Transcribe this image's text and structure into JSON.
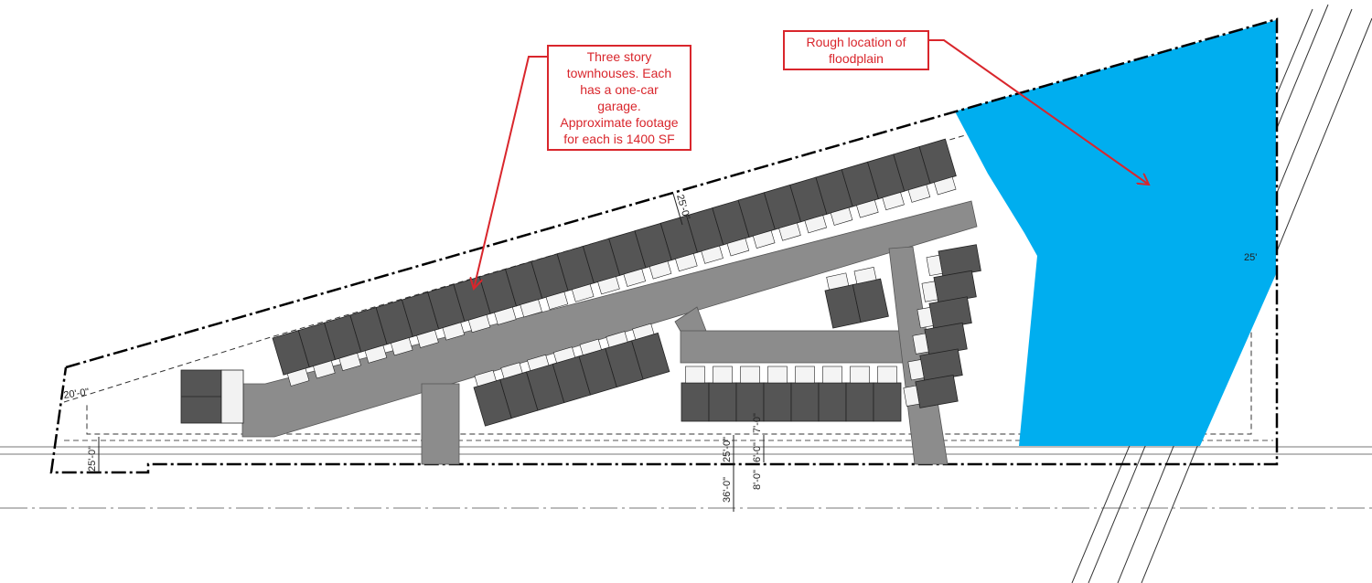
{
  "callouts": {
    "townhouses": "Three story\ntownhouses.  Each\nhas a one-car\ngarage.\nApproximate footage\nfor each is 1400 SF",
    "floodplain": "Rough location of\nfloodplain"
  },
  "dimensions": {
    "top_setback": "25'-0\"",
    "left_setback": "20'-0\"",
    "bottom_left_setback": "25'-0\"",
    "right_setback": "25'",
    "road_total": "36'-0\"",
    "road_setback": "25'-0\"",
    "road_sidewalk": "6'-0\"",
    "road_curb": "8'-0\"",
    "road_verge": "7'-0\""
  },
  "colors": {
    "building": "#555555",
    "driveway": "#8c8c8c",
    "floodplain": "#00aeef",
    "callout": "#d9262c",
    "boundary": "#000000"
  }
}
